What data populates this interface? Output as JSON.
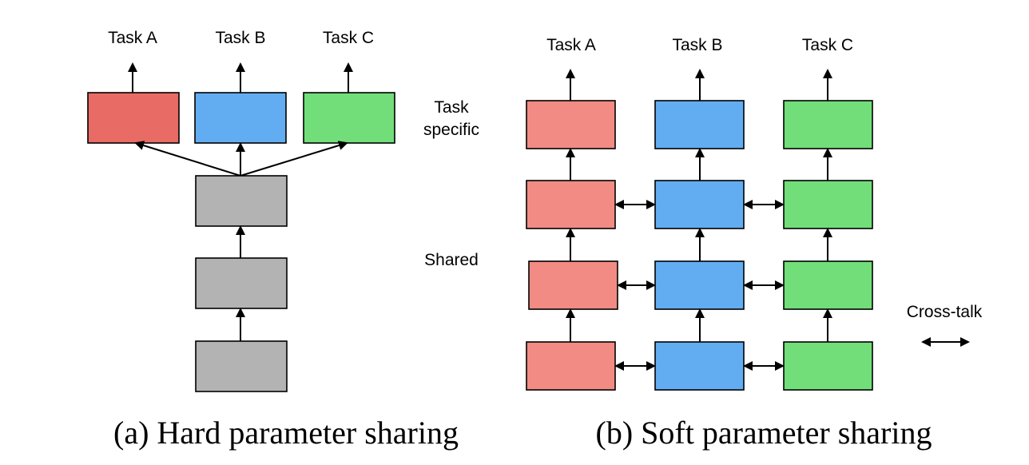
{
  "colors": {
    "hard_red": "#e96b66",
    "soft_red": "#f28b84",
    "blue": "#62adf2",
    "green": "#72de7a",
    "gray": "#b3b3b3",
    "stroke": "#000000"
  },
  "hard": {
    "task_labels": [
      "Task A",
      "Task B",
      "Task C"
    ],
    "caption": "(a) Hard parameter sharing"
  },
  "middle": {
    "task_specific_line1": "Task",
    "task_specific_line2": "specific",
    "shared": "Shared"
  },
  "soft": {
    "task_labels": [
      "Task A",
      "Task B",
      "Task C"
    ],
    "caption": "(b) Soft parameter sharing"
  },
  "legend": {
    "cross_talk": "Cross-talk"
  }
}
